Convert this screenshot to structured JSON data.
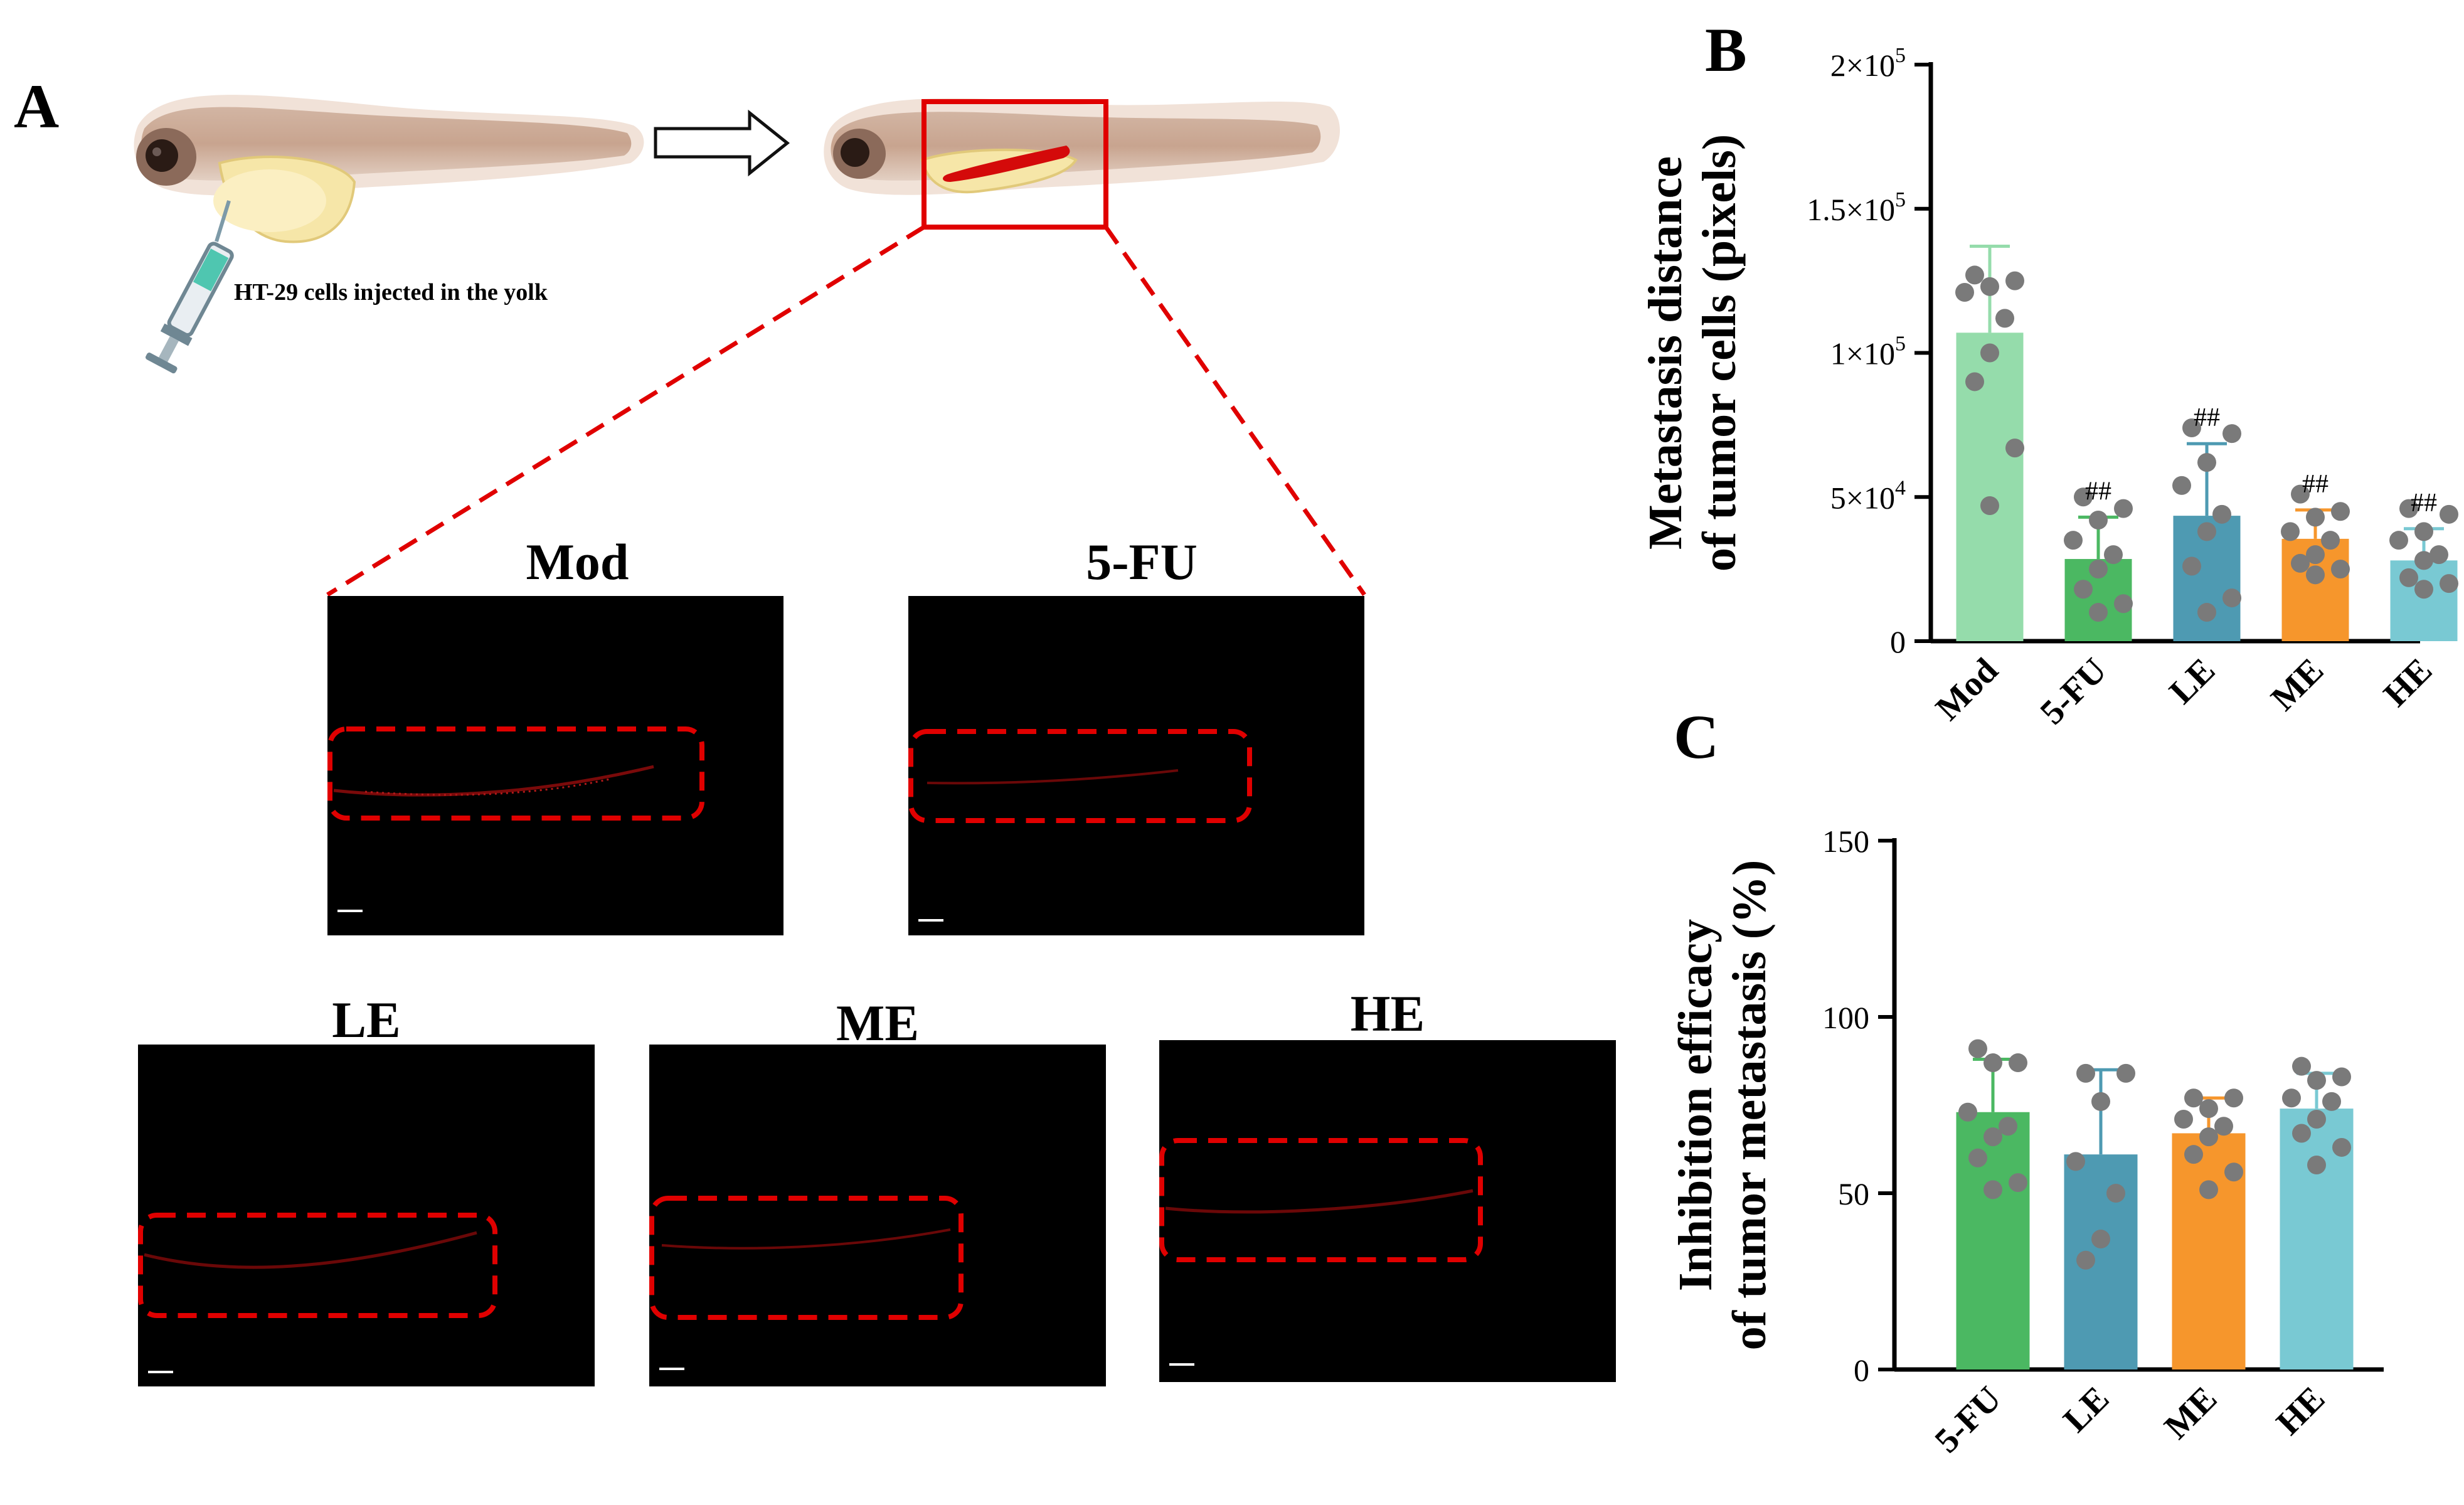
{
  "panel_labels": {
    "a": "A",
    "b": "B",
    "c": "C"
  },
  "schematic": {
    "caption": "HT-29 cells injected in the yolk",
    "icons": [
      "zebrafish-larva-icon",
      "syringe-icon",
      "arrow-right-icon",
      "zebrafish-larva-tumor-icon"
    ]
  },
  "micrographs": [
    {
      "title": "Mod"
    },
    {
      "title": "5-FU"
    },
    {
      "title": "LE"
    },
    {
      "title": "ME"
    },
    {
      "title": "HE"
    }
  ],
  "colors": {
    "highlight_red": "#e00000",
    "mod": "#95dcab",
    "fu": "#4bb862",
    "le": "#4e9ab2",
    "me": "#f6962c",
    "he": "#79c9d3",
    "dots": "#7a7a7a"
  },
  "chart_data": [
    {
      "type": "bar",
      "panel": "B",
      "categories": [
        "Mod",
        "5-FU",
        "LE",
        "ME",
        "HE"
      ],
      "values": [
        107000,
        28500,
        43500,
        35500,
        28000
      ],
      "error": [
        30000,
        14500,
        25000,
        10000,
        11000
      ],
      "annotations": [
        "",
        "##",
        "##",
        "##",
        "##"
      ],
      "points": [
        [
          127000,
          125000,
          123000,
          121000,
          112000,
          100000,
          90000,
          67000,
          47000
        ],
        [
          50000,
          46000,
          42000,
          35000,
          30000,
          25000,
          18000,
          13000,
          10000
        ],
        [
          74000,
          72000,
          62000,
          54000,
          44000,
          38000,
          26000,
          15000,
          10000
        ],
        [
          51000,
          45000,
          43000,
          38000,
          35000,
          30000,
          27000,
          25000,
          23000
        ],
        [
          46000,
          44000,
          38000,
          35000,
          30000,
          28000,
          22000,
          20000,
          18000
        ]
      ],
      "ylabel_line1": "Metastasis distance",
      "ylabel_line2": "of tumor cells (pixels)",
      "ylim": [
        0,
        200000
      ],
      "yticks": [
        0,
        50000,
        100000,
        150000,
        200000
      ],
      "ytick_labels": [
        {
          "base": "0",
          "exp": ""
        },
        {
          "base": "5×10",
          "exp": "4"
        },
        {
          "base": "1×10",
          "exp": "5"
        },
        {
          "base": "1.5×10",
          "exp": "5"
        },
        {
          "base": "2×10",
          "exp": "5"
        }
      ]
    },
    {
      "type": "bar",
      "panel": "C",
      "categories": [
        "5-FU",
        "LE",
        "ME",
        "HE"
      ],
      "values": [
        73,
        61,
        67,
        74
      ],
      "error": [
        15,
        24,
        10,
        10
      ],
      "points": [
        [
          91,
          87,
          87,
          73,
          69,
          66,
          60,
          53,
          51
        ],
        [
          84,
          84,
          76,
          59,
          50,
          37,
          31
        ],
        [
          77,
          77,
          74,
          71,
          69,
          66,
          61,
          56,
          51
        ],
        [
          86,
          83,
          82,
          77,
          76,
          71,
          67,
          63,
          58
        ]
      ],
      "ylabel_line1": "Inhibition efficacy",
      "ylabel_line2": "of tumor metastasis (%)",
      "ylim": [
        0,
        150
      ],
      "yticks": [
        0,
        50,
        100,
        150
      ],
      "ytick_labels": [
        {
          "base": "0",
          "exp": ""
        },
        {
          "base": "50",
          "exp": ""
        },
        {
          "base": "100",
          "exp": ""
        },
        {
          "base": "150",
          "exp": ""
        }
      ]
    }
  ]
}
